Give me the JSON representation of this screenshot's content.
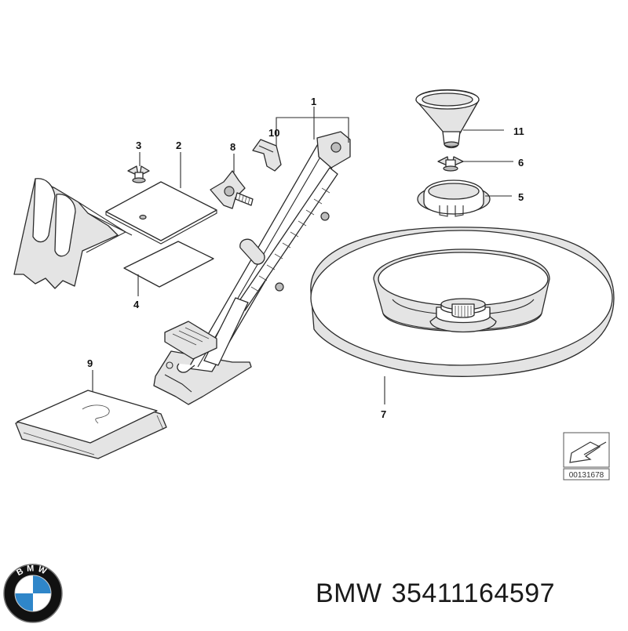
{
  "diagram": {
    "callouts": {
      "c1": "1",
      "c2": "2",
      "c3": "3",
      "c4": "4",
      "c5": "5",
      "c6": "6",
      "c7": "7",
      "c8": "8",
      "c9": "9",
      "c10": "10",
      "c11": "11"
    },
    "stamp_code": "00131678"
  },
  "footer": {
    "brand": "BMW",
    "part_number": "35411164597",
    "logo_letters": "BMW",
    "logo_colors": {
      "ring": "#111111",
      "blue": "#2f86c9",
      "white": "#ffffff"
    }
  }
}
